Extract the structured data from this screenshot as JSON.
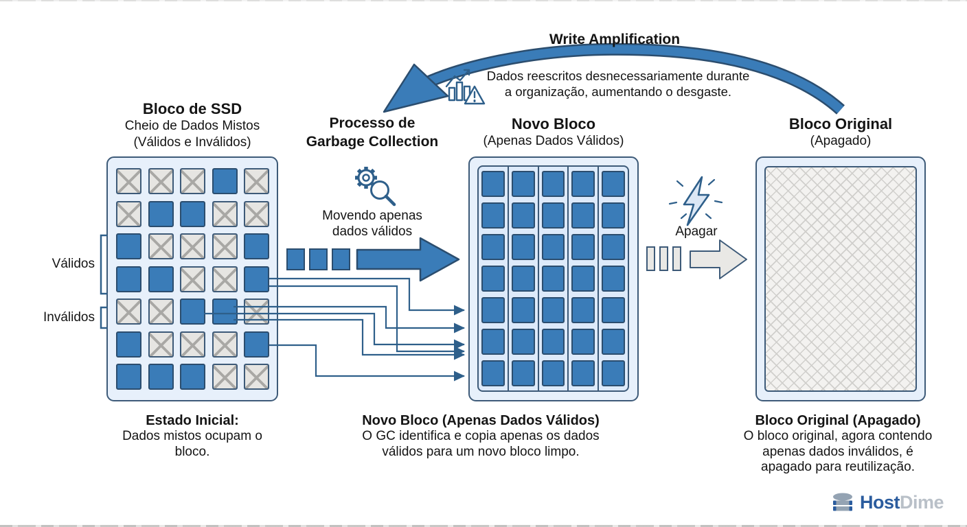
{
  "colors": {
    "blue": "#3a7cb8",
    "navy": "#2b4d6e",
    "line": "#2e5f8a",
    "block_bg": "#e7f0fb",
    "invalid_bg": "#e6e5e2",
    "invalid_x": "#a9a8a5"
  },
  "write_amplification": {
    "title": "Write Amplification",
    "desc_lines": [
      "Dados reescritos desnecessariamente durante",
      "a organização, aumentando o desgaste."
    ],
    "icon": "chart-warning-icon"
  },
  "ssd_block": {
    "title": "Bloco de SSD",
    "subtitle_lines": [
      "Cheio de Dados Mistos",
      "(Válidos e Inválidos)"
    ],
    "rows": [
      "IIIVI",
      "IVVII",
      "VIIIV",
      "VVIIV",
      "IIVVI",
      "VIIIV",
      "VVVII"
    ],
    "caption_title": "Estado Inicial:",
    "caption_lines": [
      "Dados mistos ocupam o",
      "bloco."
    ]
  },
  "side_labels": {
    "valid": "Válidos",
    "invalid": "Inválidos"
  },
  "gc_process": {
    "title_lines": [
      "Processo de",
      "Garbage Collection"
    ],
    "icon": "gear-search-icon",
    "moving_lines": [
      "Movendo apenas",
      "dados válidos"
    ]
  },
  "new_block": {
    "title": "Novo Bloco",
    "subtitle": "(Apenas Dados Válidos)",
    "cols": 5,
    "rows": 7,
    "caption_title": "Novo Bloco (Apenas Dados Válidos)",
    "caption_lines": [
      "O GC identifica e copia apenas os dados",
      "válidos para um novo bloco limpo."
    ]
  },
  "erase": {
    "label": "Apagar",
    "icon": "lightning-icon"
  },
  "original_block": {
    "title": "Bloco Original",
    "subtitle": "(Apagado)",
    "caption_title": "Bloco Original (Apagado)",
    "caption_lines": [
      "O bloco original, agora contendo",
      "apenas dados inválidos, é",
      "apagado para reutilização."
    ]
  },
  "logo": {
    "host": "Host",
    "dime": "Dime",
    "icon": "database-icon"
  }
}
